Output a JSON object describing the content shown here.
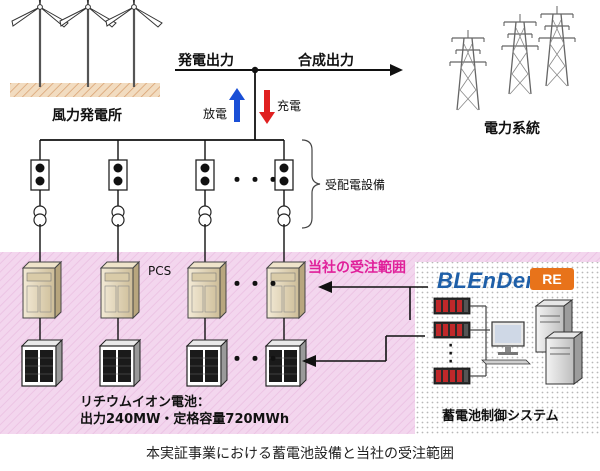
{
  "labels": {
    "wind_farm": "風力発電所",
    "generation_output": "発電出力",
    "combined_output": "合成出力",
    "power_grid": "電力系統",
    "discharge": "放電",
    "charge": "充電",
    "receiving_equipment": "受配電設備",
    "pcs": "PCS",
    "order_scope": "当社の受注範囲",
    "battery_title": "リチウムイオン電池：",
    "battery_spec": "出力240MW・定格容量720MWh",
    "control_system": "蓄電池制御システム",
    "ellipsis": "・・・"
  },
  "logo": {
    "text": "BLEnDer",
    "badge": "RE"
  },
  "caption": "本実証事業における蓄電池設備と当社の受注範囲",
  "colors": {
    "scope_band": "#f3d6ee",
    "scope_text": "#e0209a",
    "discharge_arrow": "#1a4fd6",
    "charge_arrow": "#e02020",
    "logo_blue": "#1f5fa8",
    "logo_badge": "#e8731a",
    "pcs_cabinet": "#e8dcc0",
    "controller_red": "#c0282a"
  }
}
